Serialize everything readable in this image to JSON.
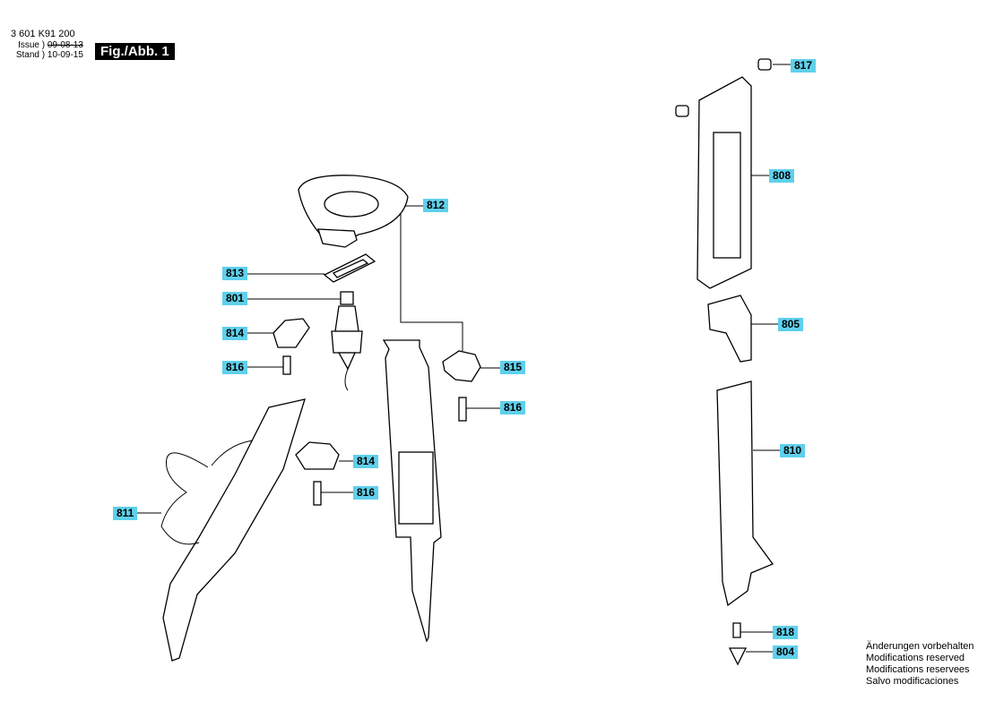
{
  "header": {
    "part_number": "3 601 K91 200",
    "issue_label": "Issue",
    "issue_date": "09-08-13",
    "stand_label": "Stand",
    "stand_date": "10-09-15",
    "figure_label": "Fig./Abb. 1"
  },
  "callouts": [
    "817",
    "808",
    "812",
    "813",
    "801",
    "814",
    "816",
    "815",
    "816",
    "805",
    "814",
    "816",
    "810",
    "811",
    "818",
    "804"
  ],
  "notes": [
    "Änderungen vorbehalten",
    "Modifications reserved",
    "Modifications reservees",
    "Salvo modificaciones"
  ],
  "colors": {
    "tag_bg": "#5fd0ec",
    "figure_bg": "#000000"
  }
}
